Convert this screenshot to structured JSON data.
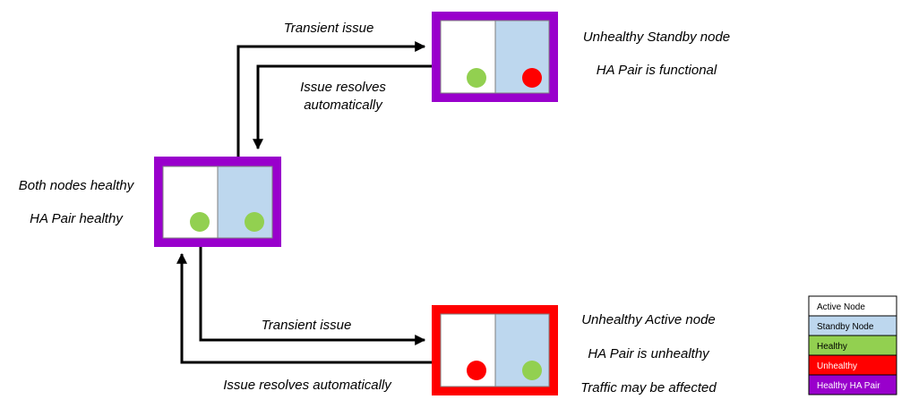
{
  "states": {
    "healthy": {
      "labels": [
        "Both nodes healthy",
        "HA Pair healthy"
      ],
      "frame_color": "#9900CC",
      "active_dot": "#92D050",
      "standby_dot": "#92D050"
    },
    "unhealthy_standby": {
      "labels": [
        "Unhealthy Standby node",
        "HA Pair is functional"
      ],
      "frame_color": "#9900CC",
      "active_dot": "#92D050",
      "standby_dot": "#FF0000"
    },
    "unhealthy_active": {
      "labels": [
        "Unhealthy Active node",
        "HA Pair is unhealthy",
        "Traffic may be affected"
      ],
      "frame_color": "#FF0000",
      "active_dot": "#FF0000",
      "standby_dot": "#92D050"
    }
  },
  "transitions": {
    "to_standby_issue": "Transient issue",
    "standby_resolves": [
      "Issue resolves",
      "automatically"
    ],
    "to_active_issue": "Transient issue",
    "active_resolves": "Issue resolves automatically"
  },
  "legend": [
    {
      "label": "Active Node",
      "bg": "#FFFFFF",
      "fg": "#000000"
    },
    {
      "label": "Standby Node",
      "bg": "#BDD7EE",
      "fg": "#000000"
    },
    {
      "label": "Healthy",
      "bg": "#92D050",
      "fg": "#000000"
    },
    {
      "label": "Unhealthy",
      "bg": "#FF0000",
      "fg": "#FFFFFF"
    },
    {
      "label": "Healthy HA Pair",
      "bg": "#9900CC",
      "fg": "#FFFFFF"
    }
  ],
  "colors": {
    "active_node": "#FFFFFF",
    "standby_node": "#BDD7EE",
    "arrow": "#000000"
  }
}
